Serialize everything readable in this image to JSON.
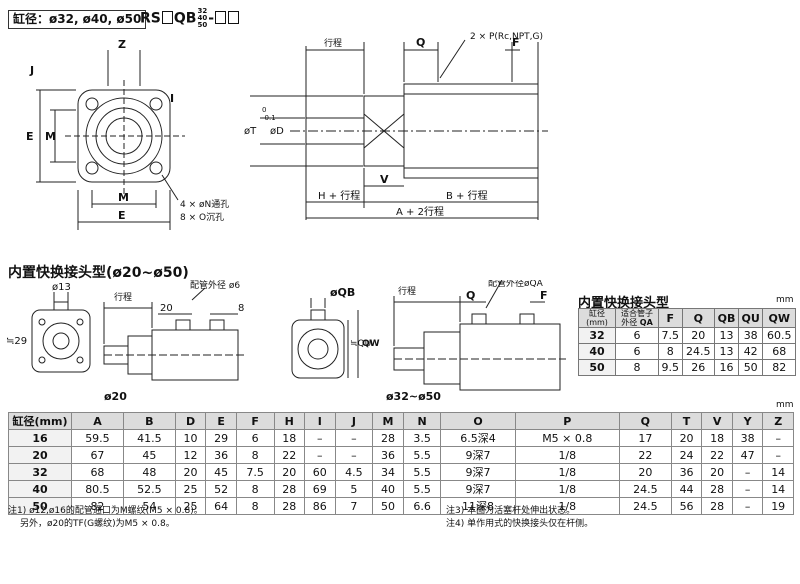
{
  "header": {
    "bore_label": "缸径：ø32, ø40, ø50",
    "model_prefix": "RS",
    "model_mid": "QB",
    "model_sizes": [
      "32",
      "40",
      "50"
    ],
    "model_dash": "-"
  },
  "top_drawing": {
    "front_view_labels": [
      "Z",
      "J",
      "E",
      "M",
      "I",
      "M",
      "E",
      "4 × øN通孔",
      "8 × O沉孔"
    ],
    "side_view_labels": [
      "行程",
      "Q",
      "F",
      "2 × P(Rc,NPT,G)",
      "øT",
      "0",
      "-0.1",
      "øD",
      "V",
      "H + 行程",
      "B + 行程",
      "A + 2行程"
    ]
  },
  "section_title": "内置快换接头型(ø20~ø50)",
  "mid_drawing": {
    "d20_labels": [
      "ø13",
      "≒29",
      "行程",
      "配管外径  ø6",
      "20",
      "8"
    ],
    "d20_caption": "ø20",
    "d32_labels": [
      "øQB",
      "行程",
      "配管外径øQA",
      "Q",
      "F",
      "≒QU",
      "QW"
    ],
    "d32_caption": "ø32~ø50"
  },
  "small_table": {
    "title": "内置快换接头型",
    "unit": "mm",
    "head_bore": "缸径\n(mm)",
    "head_qa_top": "适合管子",
    "head_qa_bottom": "外径",
    "head_qa_code": "QA",
    "headers": [
      "F",
      "Q",
      "QB",
      "QU",
      "QW"
    ],
    "rows": [
      [
        "32",
        "6",
        "7.5",
        "20",
        "13",
        "38",
        "60.5"
      ],
      [
        "40",
        "6",
        "8",
        "24.5",
        "13",
        "42",
        "68"
      ],
      [
        "50",
        "8",
        "9.5",
        "26",
        "16",
        "50",
        "82"
      ]
    ]
  },
  "main_table": {
    "unit": "mm",
    "headers": [
      "缸径(mm)",
      "A",
      "B",
      "D",
      "E",
      "F",
      "H",
      "I",
      "J",
      "M",
      "N",
      "O",
      "P",
      "Q",
      "T",
      "V",
      "Y",
      "Z"
    ],
    "rows": [
      [
        "16",
        "59.5",
        "41.5",
        "10",
        "29",
        "6",
        "18",
        "–",
        "–",
        "28",
        "3.5",
        "6.5深4",
        "M5 × 0.8",
        "17",
        "20",
        "18",
        "38",
        "–"
      ],
      [
        "20",
        "67",
        "45",
        "12",
        "36",
        "8",
        "22",
        "–",
        "–",
        "36",
        "5.5",
        "9深7",
        "1/8",
        "22",
        "24",
        "22",
        "47",
        "–"
      ],
      [
        "32",
        "68",
        "48",
        "20",
        "45",
        "7.5",
        "20",
        "60",
        "4.5",
        "34",
        "5.5",
        "9深7",
        "1/8",
        "20",
        "36",
        "20",
        "–",
        "14"
      ],
      [
        "40",
        "80.5",
        "52.5",
        "25",
        "52",
        "8",
        "28",
        "69",
        "5",
        "40",
        "5.5",
        "9深7",
        "1/8",
        "24.5",
        "44",
        "28",
        "–",
        "14"
      ],
      [
        "50",
        "82",
        "54",
        "25",
        "64",
        "8",
        "28",
        "86",
        "7",
        "50",
        "6.6",
        "11深8",
        "1/8",
        "24.5",
        "56",
        "28",
        "–",
        "19"
      ]
    ]
  },
  "notes": {
    "n1": "注1) ø12,ø16的配管通口为M螺纹(M5 × 0.8)。",
    "n2": "另外，ø20的TF(G螺纹)为M5 × 0.8。",
    "n3": "注3) 本图为活塞杆处伸出状态。",
    "n4": "注4) 单作用式的快换接头仅在杆侧。"
  }
}
